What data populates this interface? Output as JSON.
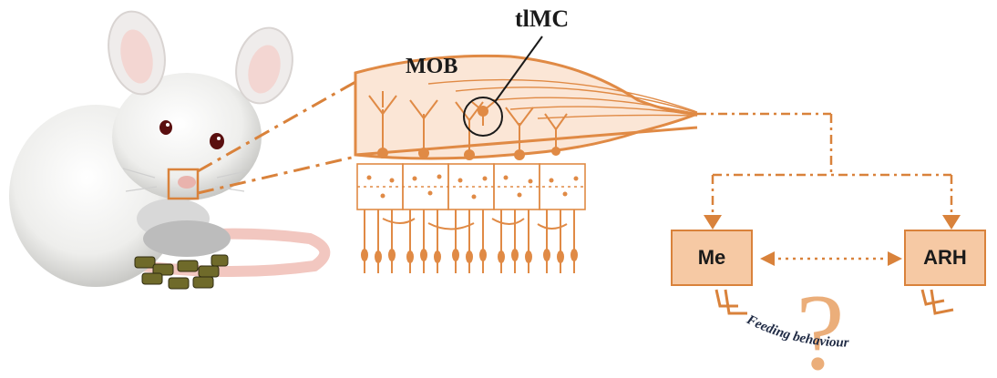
{
  "labels": {
    "region": "MOB",
    "cell": "tlMC",
    "nucleus_left": "Me",
    "nucleus_right": "ARH",
    "behaviour": "Feeding behaviour",
    "question": "?"
  },
  "colors": {
    "accent": "#d9823b",
    "box_fill": "#f6c9a4",
    "tissue": "#e08a45",
    "question": "#e9a66c"
  },
  "icons": [
    "mouse-image",
    "olfactory-bulb-illustration",
    "mitral-cell-circle-icon"
  ]
}
